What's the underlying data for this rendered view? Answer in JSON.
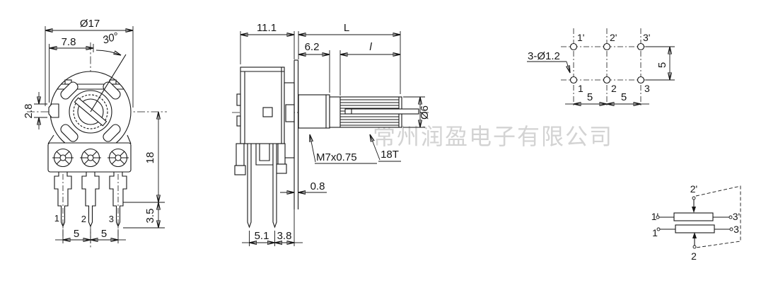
{
  "watermark": "常州润盈电子有限公司",
  "front_view": {
    "dim_diameter": "Ø17",
    "dim_flat_width": "7.8",
    "dim_angle": "30°",
    "dim_tab": "2.8",
    "dim_height": "18",
    "dim_tip": "3.5",
    "dim_pitch1": "5",
    "dim_pitch2": "5",
    "pin1": "1",
    "pin2": "2",
    "pin3": "3"
  },
  "side_view": {
    "dim_body_depth": "11.1",
    "dim_shaft_total": "L",
    "dim_bushing": "6.2",
    "dim_knurl_len": "l",
    "dim_shaft_dia": "Ø6",
    "thread_callout": "M7x0.75",
    "teeth_callout": "18T",
    "dim_plate": "0.8",
    "dim_pin_rows": "5.1",
    "dim_pin_plate": "3.8"
  },
  "pin_layout": {
    "hole_callout": "3-Ø1.2",
    "top_pins": {
      "p1": "1'",
      "p2": "2'",
      "p3": "3'"
    },
    "bottom_pins": {
      "p1": "1",
      "p2": "2",
      "p3": "3"
    },
    "dim_col1": "5",
    "dim_col2": "5",
    "dim_row": "5"
  },
  "schematic": {
    "t1p": "1'",
    "t2p": "2'",
    "t3p": "3'",
    "t1": "1",
    "t2": "2",
    "t3": "2'",
    "term1": "1",
    "term2": "2",
    "term3": "3"
  }
}
